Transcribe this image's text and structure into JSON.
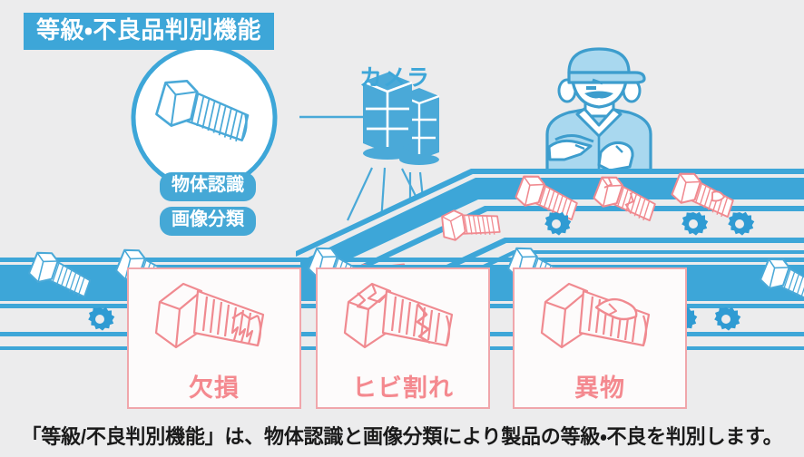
{
  "page": {
    "background_color": "#ececed",
    "accent_blue": "#3da6d8",
    "light_blue": "#9fd3ee",
    "defect_pink": "#f4898f",
    "card_border_pink": "#f0a6ab"
  },
  "banner": {
    "label": "等級・不良品判別機能"
  },
  "magnifier": {
    "subject": "bolt-illustration",
    "tags": [
      {
        "label": "物体認識"
      },
      {
        "label": "画像分類"
      }
    ]
  },
  "camera": {
    "label": "カメラ",
    "count": 2
  },
  "worker": {
    "name": "inspection-worker"
  },
  "conveyor": {
    "upper": {
      "bolts": [
        {
          "state": "defective",
          "type": "chipped"
        },
        {
          "state": "defective",
          "type": "cracked"
        },
        {
          "state": "defective",
          "type": "foreign-object"
        }
      ],
      "gear_count": 3
    },
    "lower": {
      "bolts": [
        {
          "state": "good"
        },
        {
          "state": "good"
        },
        {
          "state": "good"
        },
        {
          "state": "good"
        }
      ],
      "gear_count": 4
    }
  },
  "defect_cards": [
    {
      "label": "欠損",
      "icon": "bolt-chipped-icon"
    },
    {
      "label": "ヒビ割れ",
      "icon": "bolt-cracked-icon"
    },
    {
      "label": "異物",
      "icon": "bolt-foreign-object-icon"
    }
  ],
  "caption": {
    "text": "「等級/不良判別機能」は、物体認識と画像分類により製品の等級・不良を判別します。"
  }
}
